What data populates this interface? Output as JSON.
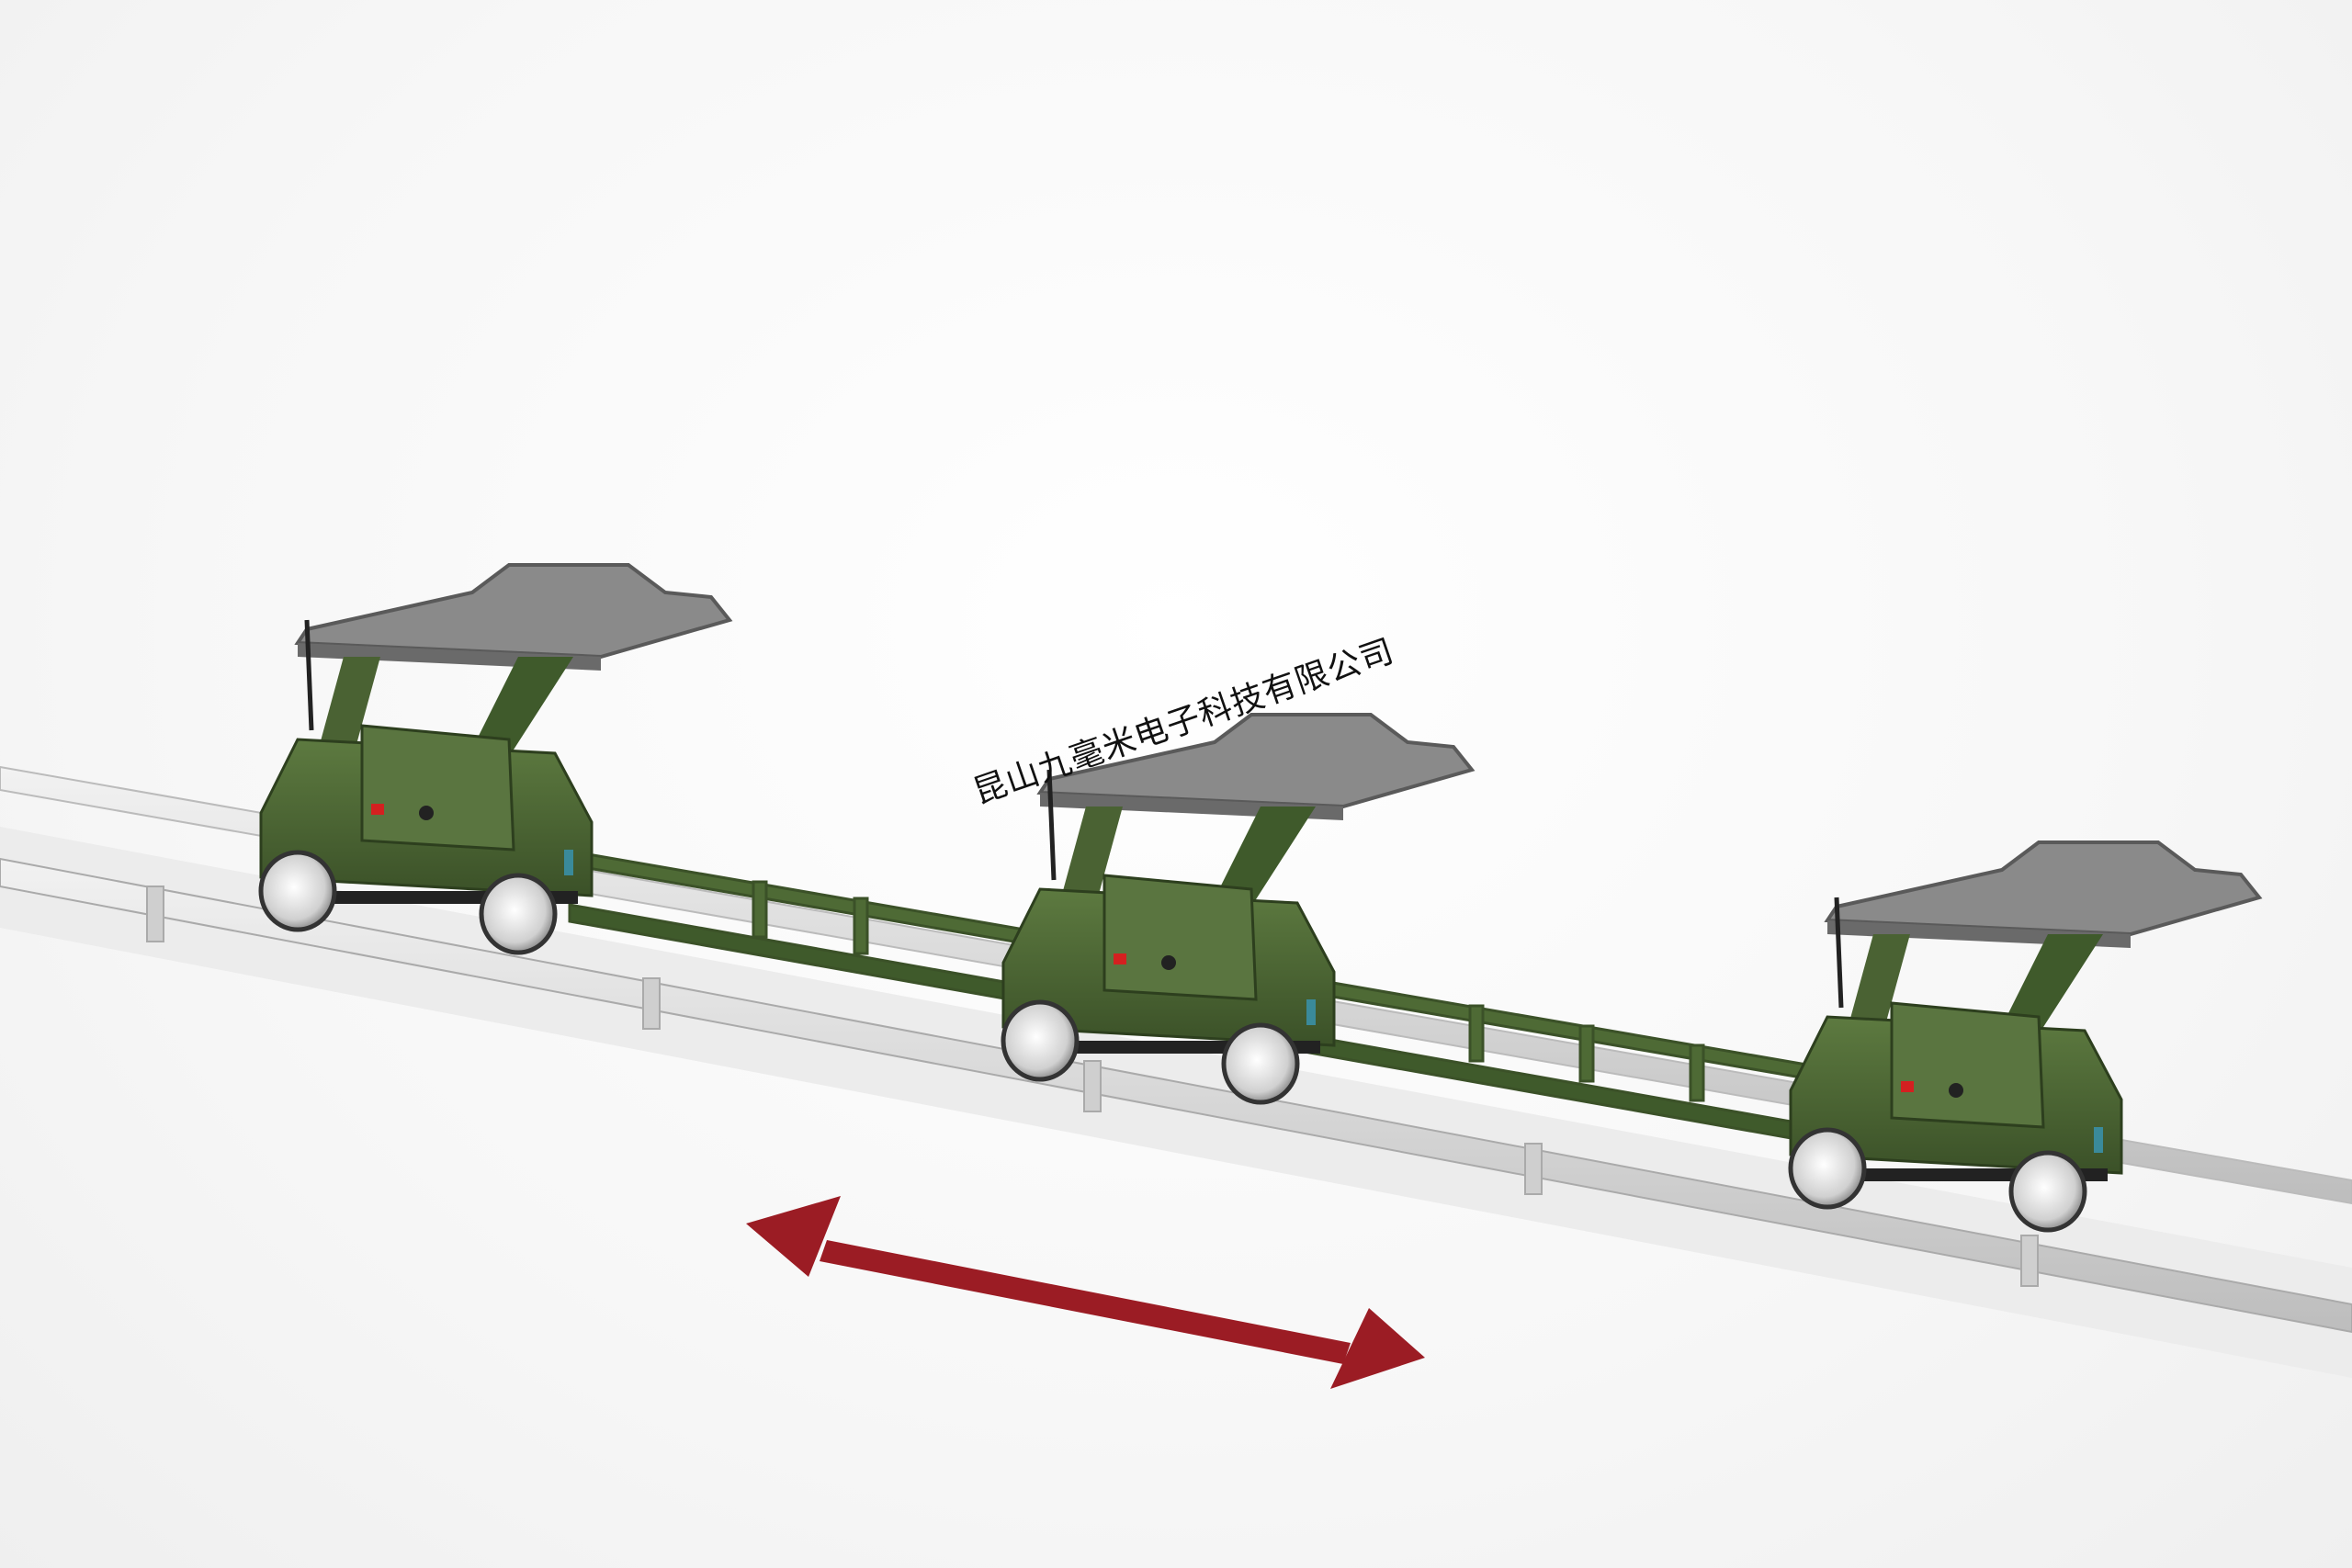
{
  "watermark": {
    "text": "昆山九毫米电子科技有限公司"
  },
  "colors": {
    "body_green": "#4a6233",
    "rail_grey": "#d6d6d6",
    "arrow_red": "#9b1c24",
    "plate_grey": "#8a8a8a"
  },
  "carts": [
    {
      "id": "cart-left"
    },
    {
      "id": "cart-middle"
    },
    {
      "id": "cart-right"
    }
  ],
  "arrow": {
    "icon": "double-headed-arrow",
    "direction": "bidirectional"
  }
}
